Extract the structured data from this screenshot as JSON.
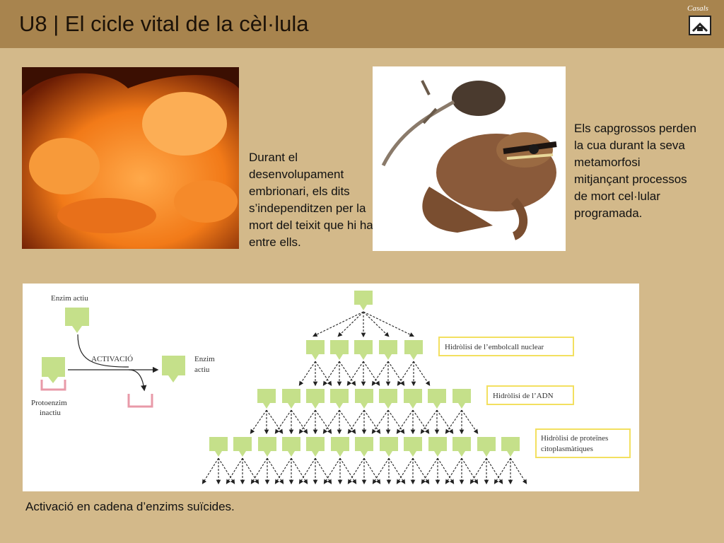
{
  "header": {
    "title": "U8 | El cicle vital de la cèl·lula",
    "brand": "Casals"
  },
  "colors": {
    "background": "#d3b98a",
    "header": "#a8844e",
    "enzyme": "#c5e08a",
    "highlight_border": "#f3e060",
    "inactive": "#e89aa8"
  },
  "captions": {
    "embryo": "Durant el desenvolupament embrionari, els dits s’independitzen per la mort del teixit que hi ha entre ells.",
    "frog": "Els capgrossos perden la cua durant la seva metamorfosi mitjançant processos de mort cel·lular programada."
  },
  "diagram": {
    "active_enzyme": "Enzim actiu",
    "activation": "ACTIVACIÓ",
    "enzyme_right_line1": "Enzim",
    "enzyme_right_line2": "actiu",
    "proenzyme_line1": "Protoenzim",
    "proenzyme_line2": "inactiu",
    "labels": [
      "Hidròlisi de l’embolcall nuclear",
      "Hidròlisi de l’ADN",
      "Hidròlisi de proteïnes",
      "citoplasmàtiques"
    ]
  },
  "bottom_caption": "Activació en cadena d’enzims suïcides."
}
